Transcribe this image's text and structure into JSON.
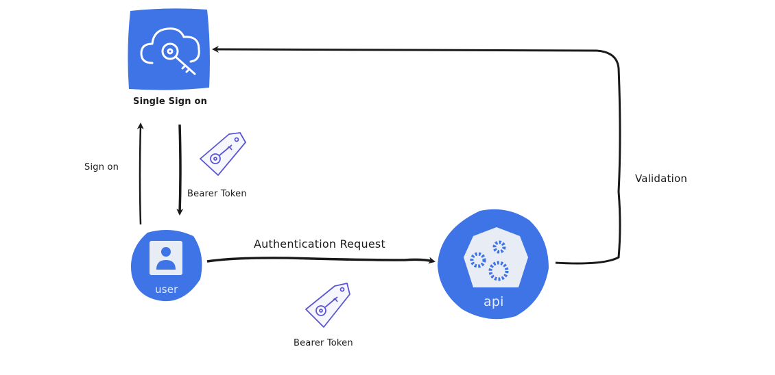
{
  "diagram": {
    "title": "",
    "colors": {
      "node_fill": "#3f74e6",
      "node_inner": "#e8ecf5",
      "arrow": "#1a1a1a",
      "token_outline": "#5b55d6",
      "background": "#ffffff"
    },
    "nodes": [
      {
        "id": "sso",
        "label": "Single Sign on",
        "icon": "cloud-key-icon"
      },
      {
        "id": "user",
        "label": "user",
        "icon": "user-icon"
      },
      {
        "id": "api",
        "label": "api",
        "icon": "gears-icon"
      }
    ],
    "edges": [
      {
        "from": "user",
        "to": "sso",
        "label": "Sign on"
      },
      {
        "from": "sso",
        "to": "user",
        "label": "Bearer Token",
        "icon": "token-tag-icon"
      },
      {
        "from": "user",
        "to": "api",
        "label": "Authentication Request"
      },
      {
        "from": "api",
        "to": "sso",
        "label": "Validation"
      }
    ],
    "token_labels": {
      "top": "Bearer Token",
      "bottom": "Bearer Token"
    }
  }
}
